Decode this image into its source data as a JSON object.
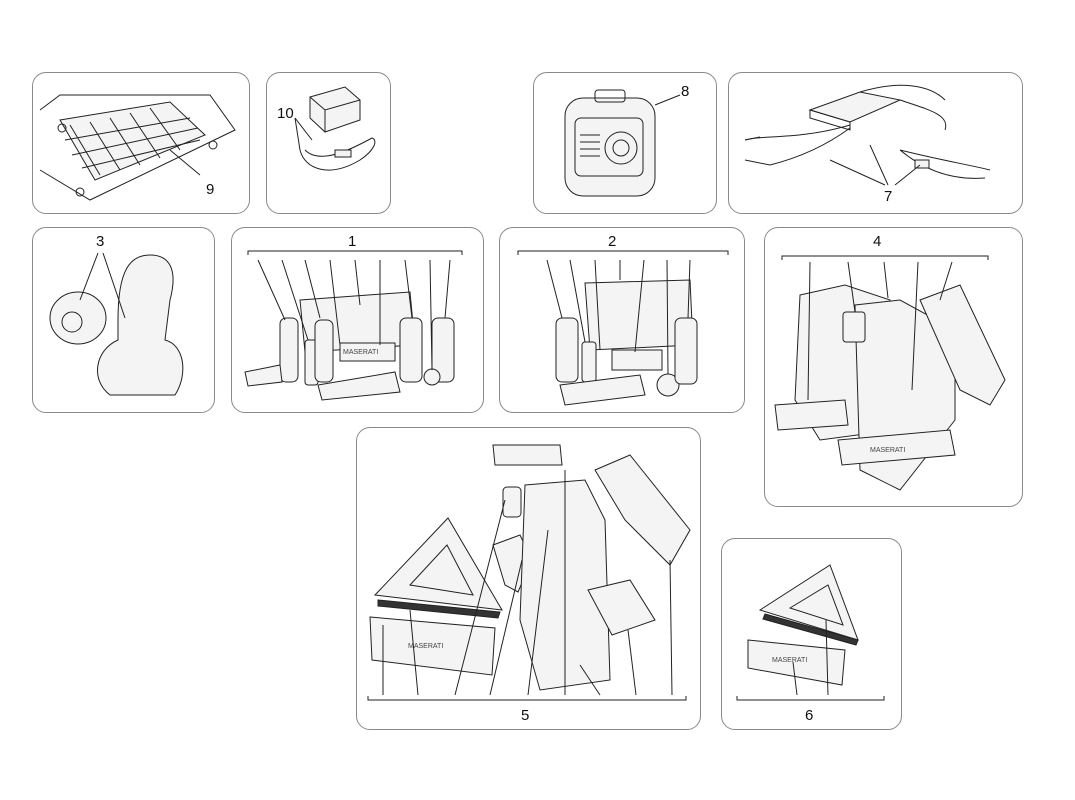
{
  "diagram": {
    "panels": [
      {
        "id": "luggage-net",
        "callout": "9"
      },
      {
        "id": "key-fob-kit",
        "callout": "10"
      },
      {
        "id": "compressor-case",
        "callout": "8"
      },
      {
        "id": "battery-charger",
        "callout": "7"
      },
      {
        "id": "seat-covers",
        "callout": "3"
      },
      {
        "id": "care-kit-1",
        "callout": "1"
      },
      {
        "id": "care-kit-2",
        "callout": "2"
      },
      {
        "id": "safety-vests",
        "callout": "4"
      },
      {
        "id": "emergency-kit",
        "callout": "5"
      },
      {
        "id": "warning-triangle",
        "callout": "6"
      }
    ],
    "brand_logo_text": "MASERATI"
  }
}
